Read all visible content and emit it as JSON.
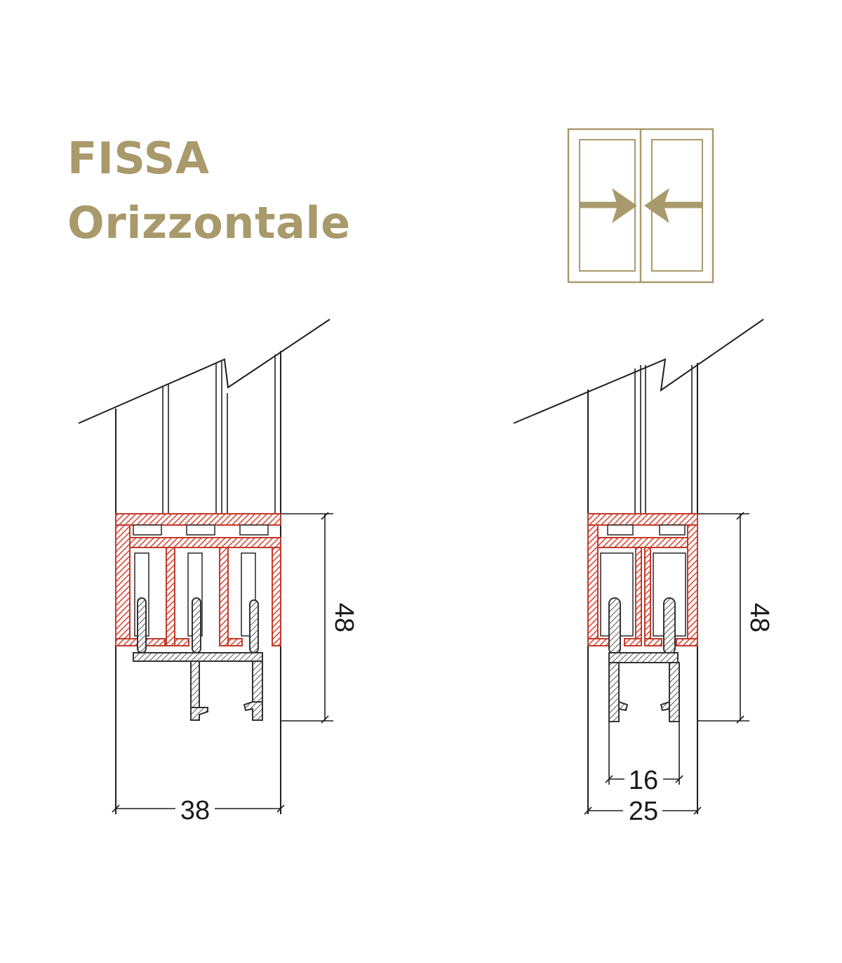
{
  "title": {
    "line1": "FISSA",
    "line2": "Orizzontale"
  },
  "colors": {
    "accent": "#a99a6c",
    "profile_red": "#d8412f",
    "line": "#1f1f1f"
  },
  "icon": {
    "name": "double-sliding-door-closing-icon"
  },
  "left_section": {
    "height_label": "48",
    "width_label": "38"
  },
  "right_section": {
    "height_label": "48",
    "inner_width_label": "16",
    "width_label": "25"
  }
}
